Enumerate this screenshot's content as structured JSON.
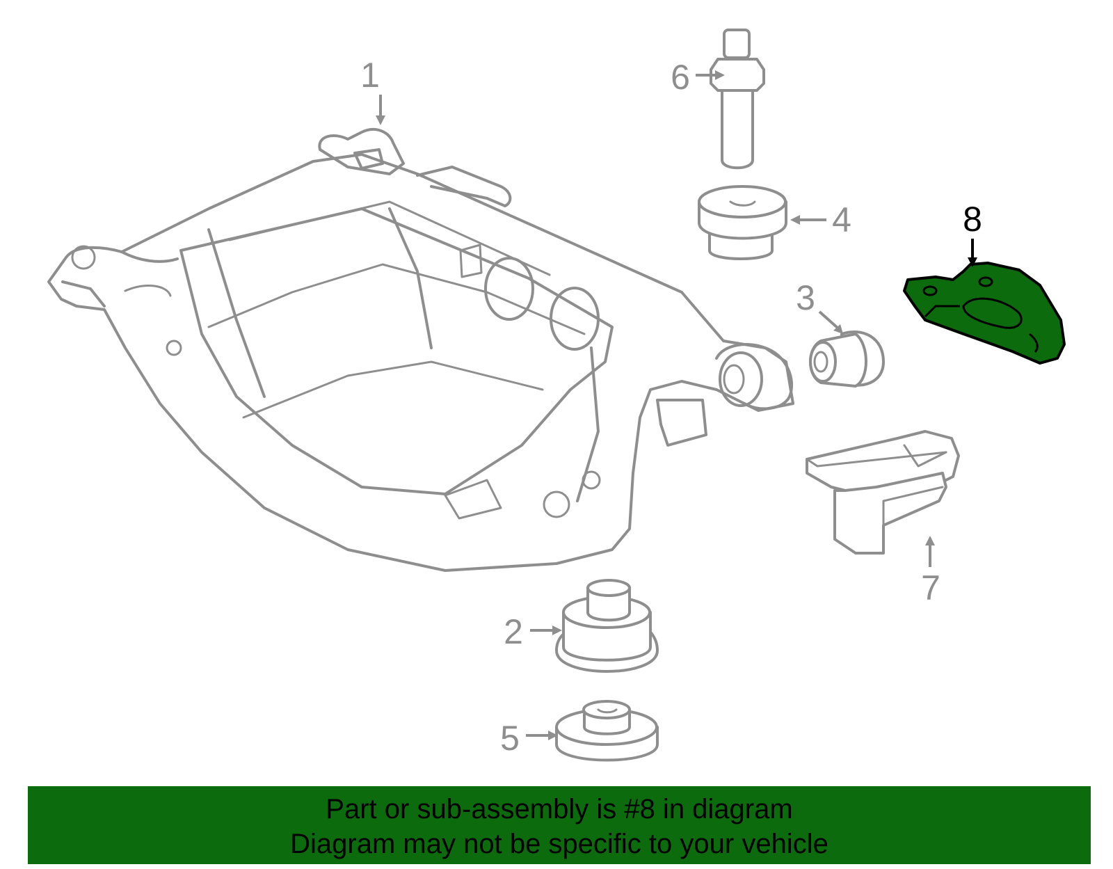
{
  "diagram": {
    "callouts": [
      "1",
      "2",
      "3",
      "4",
      "5",
      "6",
      "7",
      "8"
    ],
    "highlighted_part": "8",
    "colors": {
      "highlight": "#0c6b0c",
      "line": "#8e8e8e",
      "banner": "#0c6b0c"
    }
  },
  "banner": {
    "line1": "Part or sub-assembly is #8 in diagram",
    "line2": "Diagram may not be specific to your vehicle"
  }
}
